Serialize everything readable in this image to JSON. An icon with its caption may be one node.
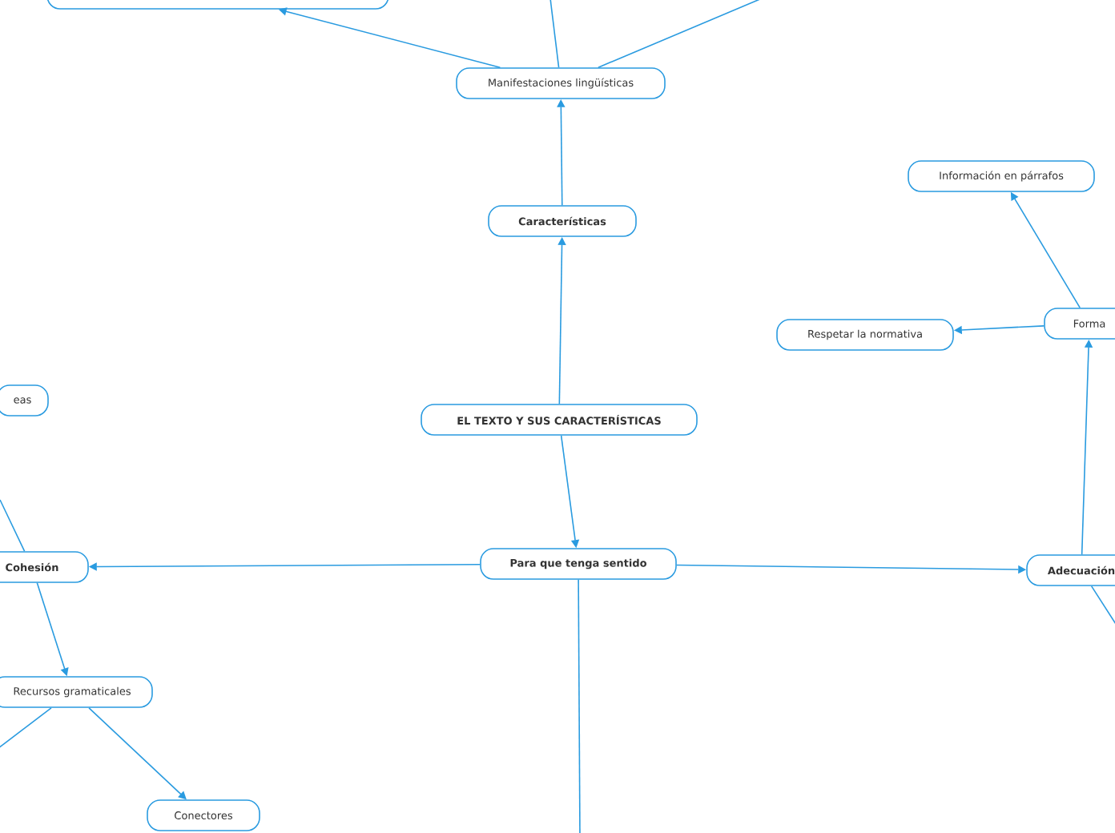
{
  "diagram": {
    "nodes": [
      {
        "text": [],
        "shape": "box"
      },
      {
        "text": [
          "Manifestaciones lingüísticas"
        ]
      },
      {
        "text": [
          "Características"
        ]
      },
      {
        "text": [
          "EL TEXTO Y SUS CARACTERÍSTICAS"
        ]
      },
      {
        "text": [
          "Para que tenga sentido"
        ]
      },
      {
        "text": [
          "Cohesión"
        ]
      },
      {
        "text": [
          "eas"
        ]
      },
      {
        "text": [
          "Recursos gramaticales"
        ]
      },
      {
        "text": [
          "Conectores"
        ]
      },
      {
        "text": [
          "Adecuación"
        ]
      },
      {
        "text": [
          "Forma"
        ]
      },
      {
        "text": [
          "Respetar la normativa"
        ]
      },
      {
        "text": [
          "Información en párrafos"
        ]
      }
    ],
    "edges": [
      {
        "from": 1,
        "to": 0,
        "arrow": "to"
      },
      {
        "from": 1,
        "to": null,
        "arrow": "none"
      },
      {
        "from": 1,
        "to": null,
        "arrow": "none"
      },
      {
        "from": 3,
        "to": 2,
        "arrow": "to"
      },
      {
        "from": 2,
        "to": 1,
        "arrow": "to"
      },
      {
        "from": 3,
        "to": 4,
        "arrow": "to"
      },
      {
        "from": 4,
        "to": 5,
        "arrow": "to"
      },
      {
        "from": 4,
        "to": 9,
        "arrow": "to"
      },
      {
        "from": 4,
        "to": null,
        "arrow": "none"
      },
      {
        "from": 5,
        "to": 7,
        "arrow": "to"
      },
      {
        "from": 5,
        "to": null,
        "arrow": "none"
      },
      {
        "from": 7,
        "to": 8,
        "arrow": "to"
      },
      {
        "from": 7,
        "to": null,
        "arrow": "none"
      },
      {
        "from": 9,
        "to": 10,
        "arrow": "to"
      },
      {
        "from": 9,
        "to": null,
        "arrow": "none"
      },
      {
        "from": 10,
        "to": 11,
        "arrow": "to"
      },
      {
        "from": 10,
        "to": 12,
        "arrow": "to"
      }
    ]
  }
}
